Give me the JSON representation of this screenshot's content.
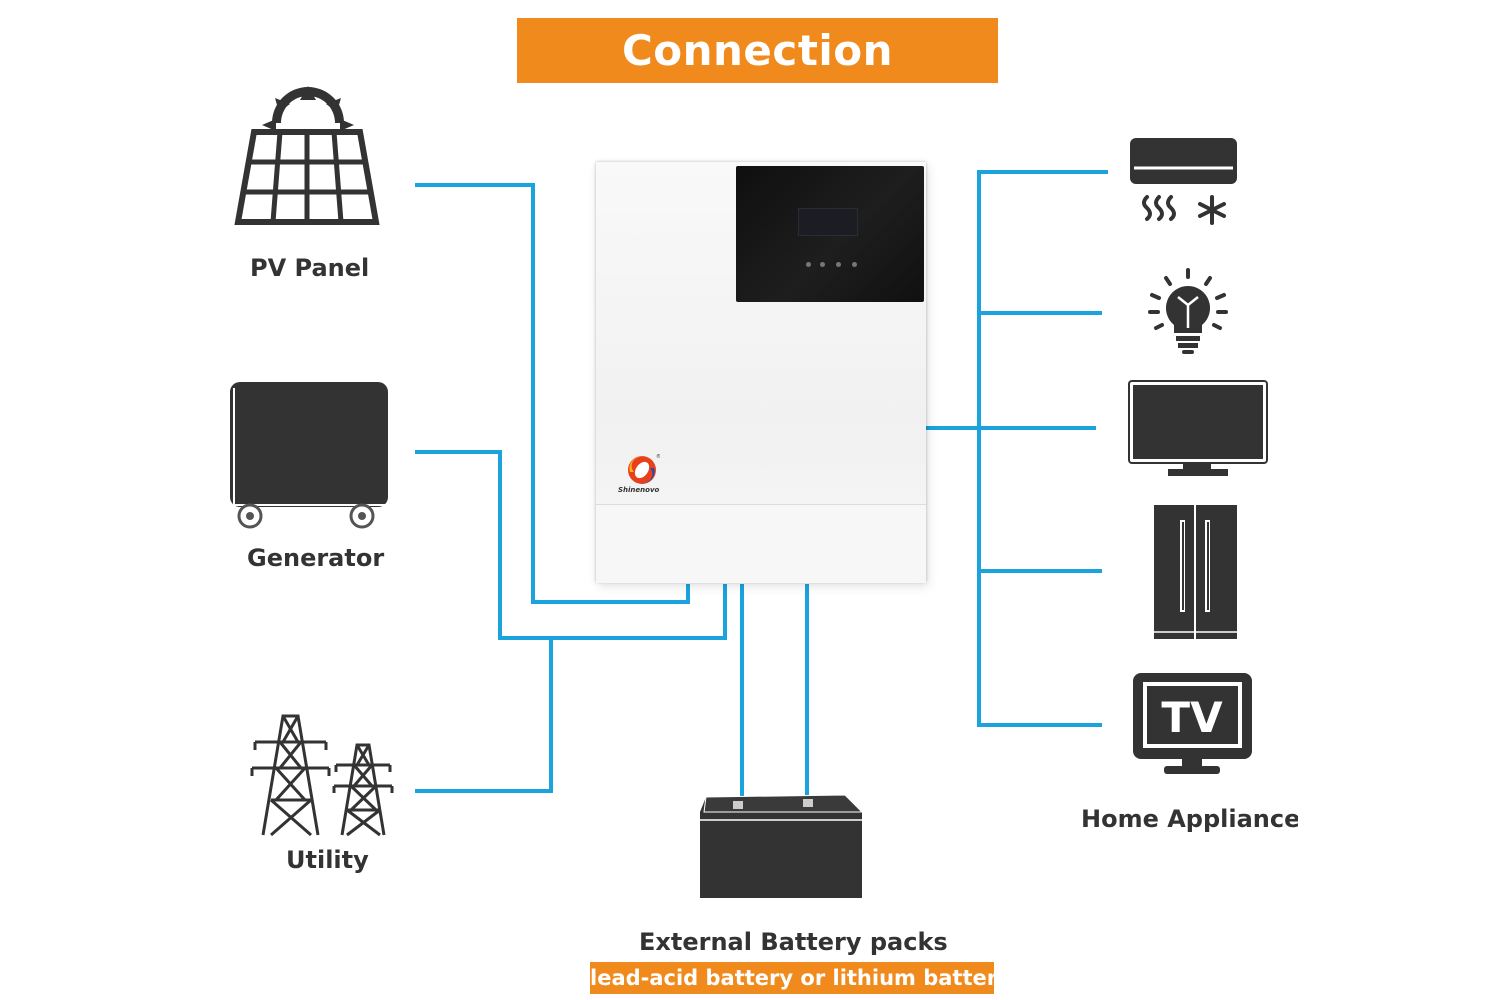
{
  "title": "Connection diagram",
  "sources": [
    {
      "label": "PV Panel",
      "icon": "solar-panel-icon"
    },
    {
      "label": "Generator",
      "icon": "generator-icon"
    },
    {
      "label": "Utility",
      "icon": "power-tower-icon"
    }
  ],
  "inverter": {
    "brand": "Shinenovo",
    "icon": "inverter-icon"
  },
  "loads": {
    "label": "Home Appliances",
    "items": [
      {
        "icon": "air-conditioner-icon"
      },
      {
        "icon": "light-bulb-icon"
      },
      {
        "icon": "monitor-icon"
      },
      {
        "icon": "refrigerator-icon"
      },
      {
        "icon": "tv-icon",
        "text": "TV"
      }
    ]
  },
  "battery": {
    "label": "External Battery packs",
    "note": "lead-acid battery or lithium battery",
    "icon": "battery-icon"
  },
  "colors": {
    "accent": "#f08a1c",
    "wire": "#1ba3dd",
    "icon": "#333333",
    "text": "#333333"
  }
}
